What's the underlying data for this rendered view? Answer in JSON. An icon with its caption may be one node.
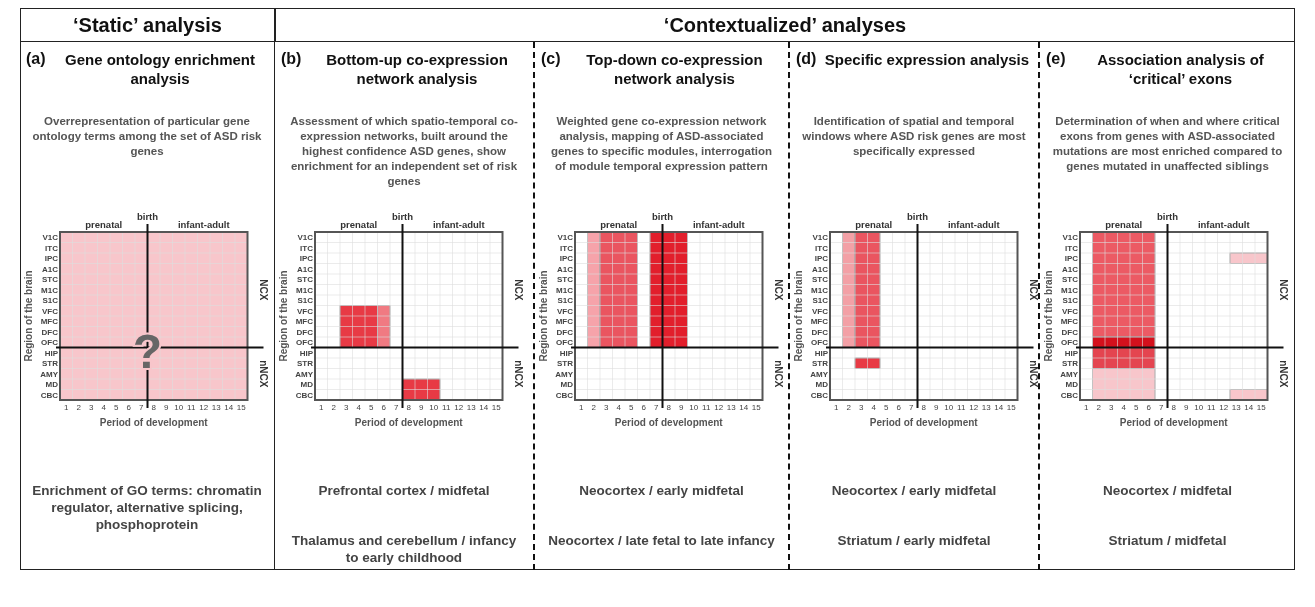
{
  "diagram": {
    "nodes": [
      {
        "text": [
          "‘Static’ analysis"
        ]
      },
      {
        "text": [
          "‘Contextualized’ analyses"
        ]
      },
      {
        "text": [
          "(a)",
          "Gene ontology enrichment analysis",
          "Overrepresentation of particular gene ontology terms among the set of ASD risk genes",
          "Enrichment of GO terms: chromatin regulator, alternative splicing, phosphoprotein"
        ]
      },
      {
        "text": [
          "(b)",
          "Bottom-up co-expression network analysis",
          "Assessment of which spatio-temporal co-expression networks, built around the highest confidence ASD genes, show enrichment for an independent set of risk genes",
          "Prefrontal cortex / midfetal",
          "Thalamus and cerebellum / infancy to early childhood"
        ]
      },
      {
        "text": [
          "(c)",
          "Top-down co-expression network analysis",
          "Weighted gene co-expression network analysis, mapping of ASD-associated genes to specific modules, interrogation of module temporal expression pattern",
          "Neocortex / early midfetal",
          "Neocortex / late fetal to late infancy"
        ]
      },
      {
        "text": [
          "(d)",
          "Specific expression analysis",
          "Identification of spatial and temporal windows where ASD risk genes are most specifically expressed",
          "Neocortex / early midfetal",
          "Striatum / early midfetal"
        ]
      },
      {
        "text": [
          "(e)",
          "Association analysis of ‘critical’ exons",
          "Determination of when and where critical exons from genes with ASD-associated mutations are most enriched compared to genes mutated in unaffected siblings",
          "Neocortex / midfetal",
          "Striatum / midfetal"
        ]
      }
    ],
    "labels": [
      "prenatal",
      "birth",
      "infant-adult",
      "Region of the brain",
      "V1C",
      "ITC",
      "IPC",
      "A1C",
      "STC",
      "M1C",
      "S1C",
      "VFC",
      "MFC",
      "DFC",
      "OFC",
      "HIP",
      "STR",
      "AMY",
      "MD",
      "CBC",
      "NCX",
      "nNCX",
      "1",
      "2",
      "3",
      "4",
      "5",
      "6",
      "7",
      "8",
      "9",
      "10",
      "11",
      "12",
      "13",
      "14",
      "15",
      "Period of development",
      "?",
      "prenatal",
      "birth",
      "infant-adult",
      "Region of the brain",
      "V1C",
      "ITC",
      "IPC",
      "A1C",
      "STC",
      "M1C",
      "S1C",
      "VFC",
      "MFC",
      "DFC",
      "OFC",
      "HIP",
      "STR",
      "AMY",
      "MD",
      "CBC",
      "NCX",
      "nNCX",
      "1",
      "2",
      "3",
      "4",
      "5",
      "6",
      "7",
      "8",
      "9",
      "10",
      "11",
      "12",
      "13",
      "14",
      "15",
      "Period of development",
      "prenatal",
      "birth",
      "infant-adult",
      "Region of the brain",
      "V1C",
      "ITC",
      "IPC",
      "A1C",
      "STC",
      "M1C",
      "S1C",
      "VFC",
      "MFC",
      "DFC",
      "OFC",
      "HIP",
      "STR",
      "AMY",
      "MD",
      "CBC",
      "NCX",
      "nNCX",
      "1",
      "2",
      "3",
      "4",
      "5",
      "6",
      "7",
      "8",
      "9",
      "10",
      "11",
      "12",
      "13",
      "14",
      "15",
      "Period of development",
      "prenatal",
      "birth",
      "infant-adult",
      "Region of the brain",
      "V1C",
      "ITC",
      "IPC",
      "A1C",
      "STC",
      "M1C",
      "S1C",
      "VFC",
      "MFC",
      "DFC",
      "OFC",
      "HIP",
      "STR",
      "AMY",
      "MD",
      "CBC",
      "NCX",
      "nNCX",
      "1",
      "2",
      "3",
      "4",
      "5",
      "6",
      "7",
      "8",
      "9",
      "10",
      "11",
      "12",
      "13",
      "14",
      "15",
      "Period of development",
      "prenatal",
      "birth",
      "infant-adult",
      "Region of the brain",
      "V1C",
      "ITC",
      "IPC",
      "A1C",
      "STC",
      "M1C",
      "S1C",
      "VFC",
      "MFC",
      "DFC",
      "OFC",
      "HIP",
      "STR",
      "AMY",
      "MD",
      "CBC",
      "NCX",
      "nNCX",
      "1",
      "2",
      "3",
      "4",
      "5",
      "6",
      "7",
      "8",
      "9",
      "10",
      "11",
      "12",
      "13",
      "14",
      "15",
      "Period of development"
    ]
  }
}
